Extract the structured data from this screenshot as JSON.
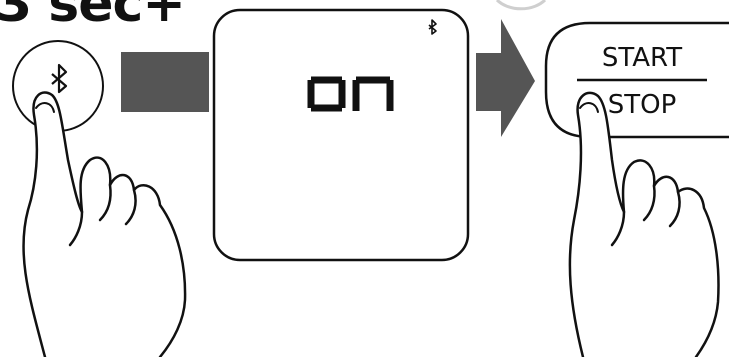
{
  "instruction": {
    "duration_text": "3 sec+"
  },
  "device": {
    "display_text": "on",
    "status_icon": "bluetooth-icon"
  },
  "bluetooth_button": {
    "icon": "bluetooth-icon"
  },
  "start_stop_button": {
    "top_label": "START",
    "bottom_label": "STOP"
  },
  "colors": {
    "arrow": "#555555",
    "outline": "#111111",
    "background": "#ffffff"
  }
}
